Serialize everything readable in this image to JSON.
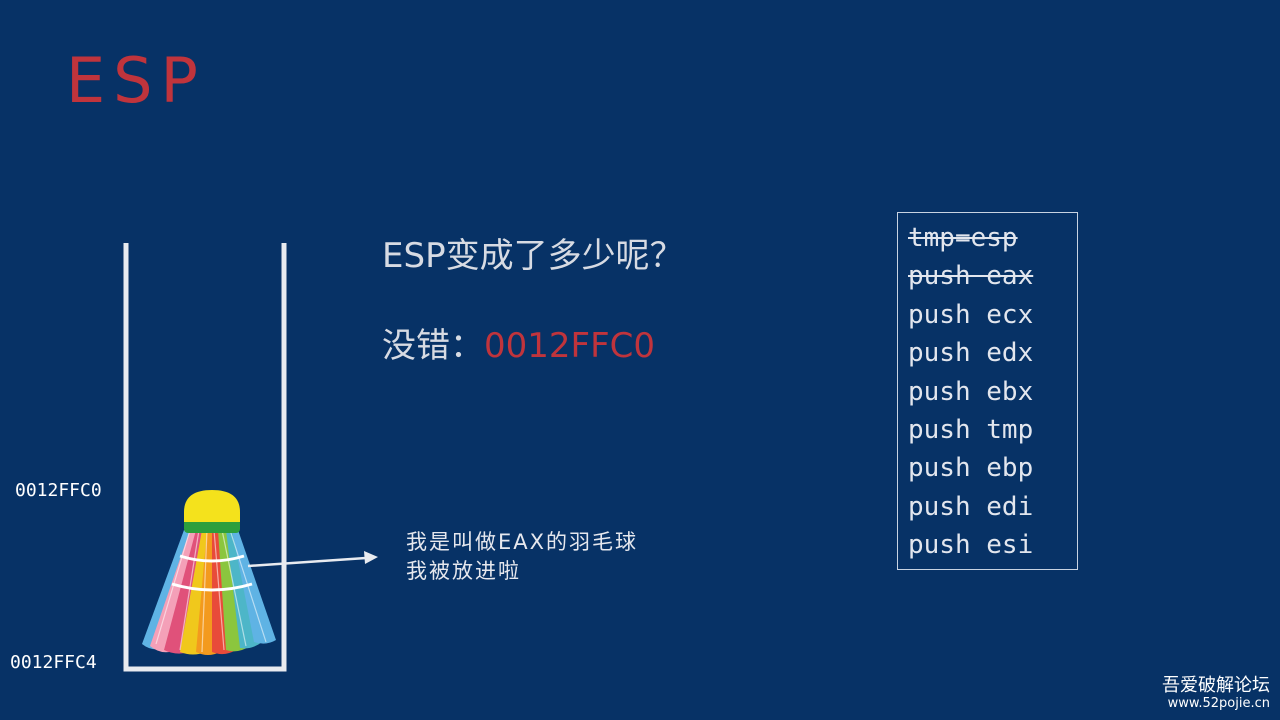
{
  "slide": {
    "title": "ESP",
    "question": "ESP变成了多少呢？",
    "answer_prefix": "没错：",
    "answer_value": "0012FFC0",
    "stack": {
      "addr_top": "0012FFC0",
      "addr_bottom": "0012FFC4"
    },
    "note": {
      "line1": "我是叫做EAX的羽毛球",
      "line2": "我被放进啦"
    },
    "code": [
      {
        "text": "tmp=esp",
        "struck": true
      },
      {
        "text": "push eax",
        "struck": true
      },
      {
        "text": "push ecx",
        "struck": false
      },
      {
        "text": "push edx",
        "struck": false
      },
      {
        "text": "push ebx",
        "struck": false
      },
      {
        "text": "push tmp",
        "struck": false
      },
      {
        "text": "push ebp",
        "struck": false
      },
      {
        "text": "push edi",
        "struck": false
      },
      {
        "text": "push esi",
        "struck": false
      }
    ],
    "watermark": {
      "name": "吾爱破解论坛",
      "url": "www.52pojie.cn"
    }
  },
  "colors": {
    "background": "#073266",
    "accent_red": "#c0343c",
    "text_light": "#d7dbe3"
  },
  "icons": {
    "shuttlecock": "shuttlecock-icon",
    "arrow": "arrow-icon"
  }
}
